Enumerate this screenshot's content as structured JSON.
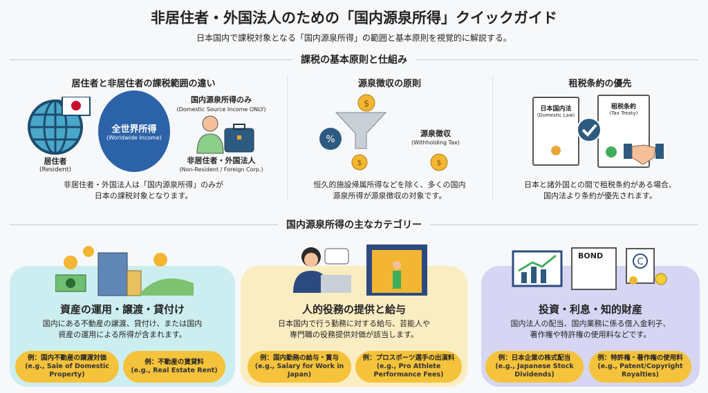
{
  "header": {
    "title": "非居住者・外国法人のための「国内源泉所得」クイックガイド",
    "subtitle": "日本国内で課税対象となる「国内源泉所得」の範囲と基本原則を視覚的に解説する。"
  },
  "section1": {
    "title": "課税の基本原則と仕組み",
    "col1": {
      "heading": "居住者と非居住者の課税範囲の違い",
      "resident": "居住者",
      "resident_en": "(Resident)",
      "worldwide": "全世界所得",
      "worldwide_en": "(Worldwide Income)",
      "domestic_only": "国内源泉所得のみ",
      "domestic_only_en": "(Domestic Source Income ONLY)",
      "nonresident": "非居住者・外国法人",
      "nonresident_en": "(Non-Resident / Foreign Corp.)",
      "caption": [
        "非居住者・外国法人は「国内源泉所得」のみが",
        "日本の課税対象となります。"
      ]
    },
    "col2": {
      "heading": "源泉徴収の原則",
      "label": "源泉徴収",
      "label_en": "(Withholding Tax)",
      "caption": [
        "恒久的施設帰属所得などを除く、多くの国内",
        "源泉所得が源泉徴収の対象です。"
      ]
    },
    "col3": {
      "heading": "租税条約の優先",
      "doc1": "日本国内法",
      "doc1_en": "(Domestic Law)",
      "doc2": "租税条約",
      "doc2_en": "(Tax Treaty)",
      "caption": [
        "日本と諸外国との間で租税条約がある場合、",
        "国内法より条約が優先されます。"
      ]
    }
  },
  "section2": {
    "title": "国内源泉所得の主なカテゴリー",
    "cards": [
      {
        "title": "資産の運用・譲渡・貸付け",
        "desc": [
          "国内にある不動産の譲渡、貸付け、または国内",
          "資産の運用による所得が含まれます。"
        ],
        "examples": [
          {
            "jp": "例：国内不動産の譲渡対価",
            "en": "(e.g., Sale of Domestic Property)"
          },
          {
            "jp": "例：不動産の賃貸料",
            "en": "(e.g., Real Estate Rent)"
          }
        ],
        "color": "#cdeef0"
      },
      {
        "title": "人的役務の提供と給与",
        "desc": [
          "日本国内で行う勤務に対する給与、芸能人や",
          "専門職の役務提供対価が該当します。"
        ],
        "examples": [
          {
            "jp": "例：国内勤務の給与・賞与",
            "en": "(e.g., Salary for Work in Japan)"
          },
          {
            "jp": "例：プロスポーツ選手の出演料",
            "en": "(e.g., Pro Athlete Performance Fees)"
          }
        ],
        "color": "#fbedc2"
      },
      {
        "title": "投資・利息・知的財産",
        "desc": [
          "国内法人の配当、国内業務に係る借入金利子、",
          "著作権や特許権の使用料などです。"
        ],
        "examples": [
          {
            "jp": "例：日本企業の株式配当",
            "en": "(e.g., Japanese Stock Dividends)"
          },
          {
            "jp": "例：特許権・著作権の使用料",
            "en": "(e.g., Patent/Copyright Royalties)"
          }
        ],
        "color": "#d6d5f3"
      }
    ],
    "bond_label": "BOND"
  }
}
